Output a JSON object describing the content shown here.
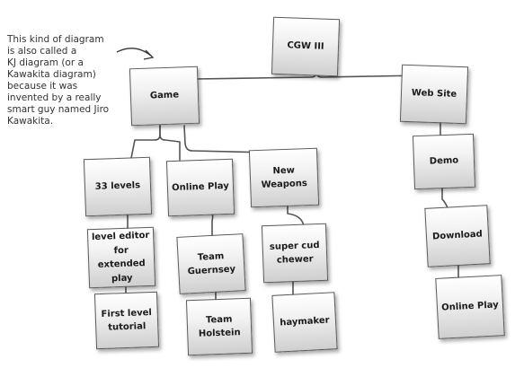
{
  "annotation": "This kind of diagram\nis also called a\nKJ diagram (or a\nKawakita diagram)\nbecause it was\ninvented by a really\nsmart guy named Jiro\nKawakita.",
  "nodes": {
    "cgw": "CGW III",
    "game": "Game",
    "website": "Web Site",
    "levels": "33 levels",
    "online_play": "Online Play",
    "weapons": "New Weapons",
    "level_editor": "level editor for extended play",
    "team_guernsey": "Team Guernsey",
    "super_cud": "super cud chewer",
    "first_level": "First level tutorial",
    "team_holstein": "Team Holstein",
    "haymaker": "haymaker",
    "demo": "Demo",
    "download": "Download",
    "online_play_web": "Online Play"
  }
}
